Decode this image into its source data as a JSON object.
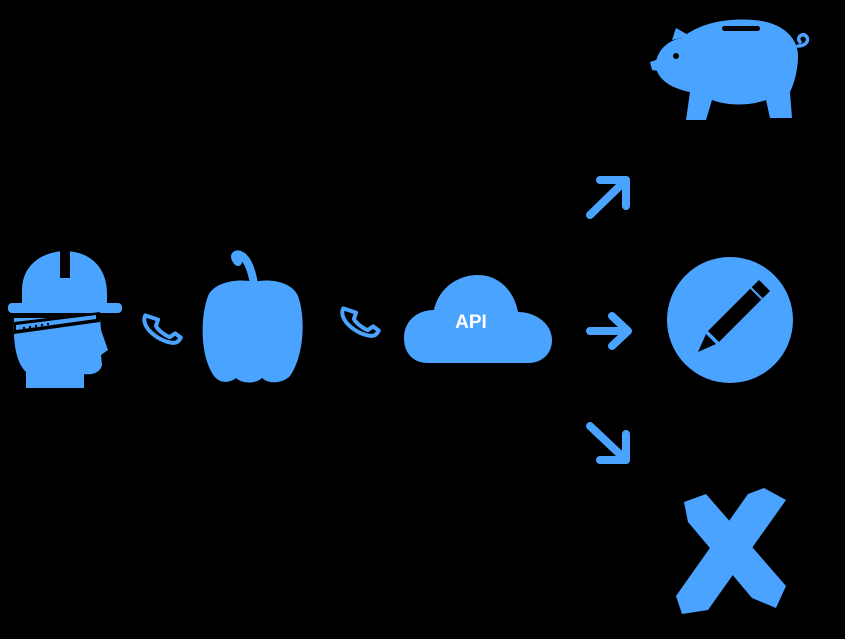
{
  "background_color": "#000000",
  "accent_color": "#4aa3ff",
  "nodes": {
    "worker": {
      "icon": "hard-hat-worker-icon"
    },
    "pepper": {
      "icon": "bell-pepper-icon"
    },
    "cloud": {
      "icon": "cloud-icon",
      "label": "API"
    },
    "piggy_bank": {
      "icon": "piggy-bank-icon"
    },
    "pencil": {
      "icon": "pencil-circle-icon"
    },
    "cross": {
      "icon": "x-cross-icon"
    }
  },
  "connectors": [
    {
      "icon": "phone-icon",
      "from": "worker",
      "to": "pepper"
    },
    {
      "icon": "phone-icon",
      "from": "pepper",
      "to": "cloud"
    }
  ],
  "arrows": [
    {
      "icon": "arrow-up-right-icon",
      "to": "piggy_bank"
    },
    {
      "icon": "arrow-right-icon",
      "to": "pencil"
    },
    {
      "icon": "arrow-down-right-icon",
      "to": "cross"
    }
  ]
}
